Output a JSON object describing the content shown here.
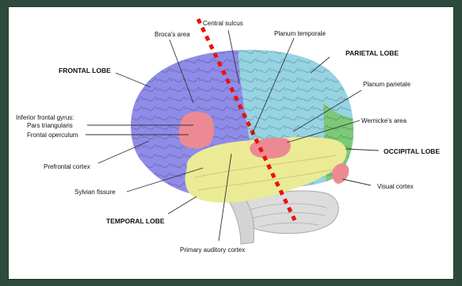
{
  "labels": {
    "brocas_area": "Broca's area",
    "central_sulcus": "Central sulcus",
    "planum_temporale": "Planum temporale",
    "parietal_lobe": "PARIETAL LOBE",
    "frontal_lobe": "FRONTAL LOBE",
    "planum_parietale": "Planum parietale",
    "inferior_frontal_gyrus": "Inferior frontal gyrus:",
    "pars_triangularis": "Pars triangularis",
    "frontal_operculum": "Frontal operculum",
    "wernickes_area": "Wernicke's area",
    "occipital_lobe": "OCCIPITAL LOBE",
    "prefrontal_cortex": "Prefrontal cortex",
    "visual_cortex": "Visual cortex",
    "sylvian_fissure": "Sylvian fissure",
    "temporal_lobe": "TEMPORAL LOBE",
    "primary_auditory_cortex": "Primary auditory cortex"
  },
  "colors": {
    "frontal": "#8f8be8",
    "parietal": "#96d3e3",
    "temporal": "#ebeb95",
    "occipital": "#7cc97a",
    "highlight": "#ec8a93",
    "central_sulcus_line": "#e8130e",
    "frame": "#2e4a3c"
  }
}
